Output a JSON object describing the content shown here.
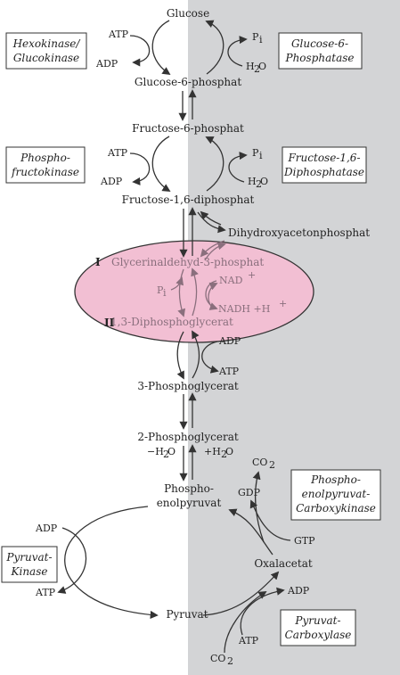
{
  "colors": {
    "right_panel": "#d3d4d6",
    "ellipse_fill": "#f2bfd3",
    "ellipse_stroke": "#333333"
  },
  "metabolites": {
    "glucose": "Glucose",
    "g6p": "Glucose-6-phosphat",
    "f6p": "Fructose-6-phosphat",
    "f16bp": "Fructose-1,6-diphosphat",
    "dhap": "Dihydroxyacetonphosphat",
    "gap": "Glycerinaldehyd-3-phosphat",
    "bpg": "1,3-Diphosphoglycerat",
    "pg3": "3-Phosphoglycerat",
    "pg2": "2-Phosphoglycerat",
    "pep_line1": "Phospho-",
    "pep_line2": "enolpyruvat",
    "oxalacetat": "Oxalacetat",
    "pyruvat": "Pyruvat"
  },
  "cofactors": {
    "atp": "ATP",
    "adp": "ADP",
    "p": "P",
    "i": "i",
    "h": "H",
    "two": "2",
    "o": "O",
    "co": "CO",
    "nad": "NAD",
    "plus": "+",
    "nadh": "NADH +H",
    "minus_h2o_pre": "−H",
    "plus_h2o_pre": "+H",
    "gdp": "GDP",
    "gtp": "GTP"
  },
  "roman": {
    "one": "I",
    "two": "II"
  },
  "enzymes": {
    "hexokinase": [
      "Hexokinase/",
      "Glucokinase"
    ],
    "g6pase": [
      "Glucose-6-",
      "Phosphatase"
    ],
    "pfk": [
      "Phospho-",
      "fructokinase"
    ],
    "fbpase": [
      "Fructose-1,6-",
      "Diphosphatase"
    ],
    "pepck": [
      "Phospho-",
      "enolpyruvat-",
      "Carboxykinase"
    ],
    "pk": [
      "Pyruvat-",
      "Kinase"
    ],
    "pc": [
      "Pyruvat-",
      "Carboxylase"
    ]
  }
}
